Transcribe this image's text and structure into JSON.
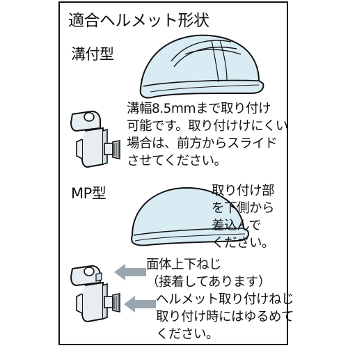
{
  "title": "適合ヘルメット形状",
  "sections": {
    "groove": {
      "label": "溝付型",
      "text": "溝幅8.5mmまで取り付け\n可能です。取り付けけにくい\n場合は、前方からスライド\nさせてください。"
    },
    "mp": {
      "label": "MP型",
      "text": "取り付け部\nを下側から\n差込んで\nください。"
    }
  },
  "callouts": {
    "upper": "面体上下ねじ\n（接着してあります）",
    "lower": "ヘルメット取り付けねじ\n取り付け時にはゆるめて\nください。"
  },
  "colors": {
    "helmet_fill": "#d9ecf4",
    "helmet_shade": "#c2dde9",
    "clip_fill": "#e6eef2",
    "arrow_fill": "#9aa7b0",
    "line": "#111111"
  }
}
